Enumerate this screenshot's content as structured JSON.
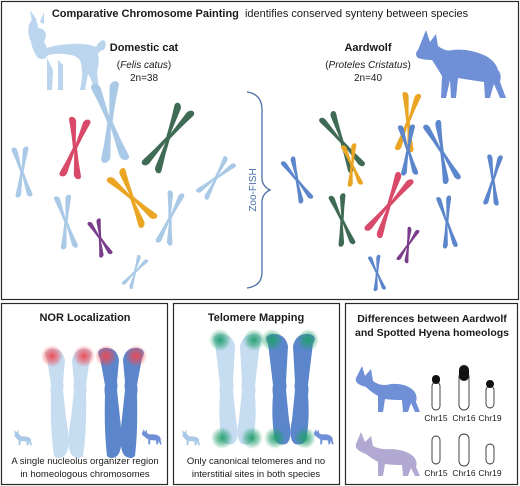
{
  "header": {
    "title_bold": "Comparative Chromosome Painting",
    "title_rest": "identifies conserved synteny between species"
  },
  "species": {
    "left": {
      "name": "Domestic cat",
      "latin": "Felis catus",
      "karyotype": "2n=38"
    },
    "right": {
      "name": "Aardwolf",
      "latin": "Proteles Cristatus",
      "karyotype": "2n=40"
    }
  },
  "method": {
    "label": "Zoo-FISH"
  },
  "panels": {
    "nor": {
      "title": "NOR Localization",
      "caption_line1": "A single nucleolus organizer region",
      "caption_line2": "in homeologous chromosomes"
    },
    "telomere": {
      "title": "Telomere Mapping",
      "caption_line1": "Only canonical telomeres and no",
      "caption_line2": "interstitial sites in both species"
    },
    "differences": {
      "title_line1": "Differences between Aardwolf",
      "title_line2": "and Spotted Hyena homeologs",
      "chromosomes": [
        "Chr15",
        "Chr16",
        "Chr19"
      ]
    }
  },
  "colors": {
    "light_blue": "#a9c9e6",
    "mid_blue": "#5c86cc",
    "red": "#d94a6a",
    "green": "#3f6b55",
    "orange": "#eaa623",
    "purple": "#7a3d8c",
    "nor_signal": "#f0474f",
    "telomere_signal": "#1f9e6b",
    "aardwolf": "#6f8fd6",
    "hyena": "#b2a9d2"
  },
  "icons": {
    "cat": "cat-silhouette-icon",
    "aardwolf": "aardwolf-silhouette-icon",
    "hyena": "hyena-silhouette-icon"
  }
}
